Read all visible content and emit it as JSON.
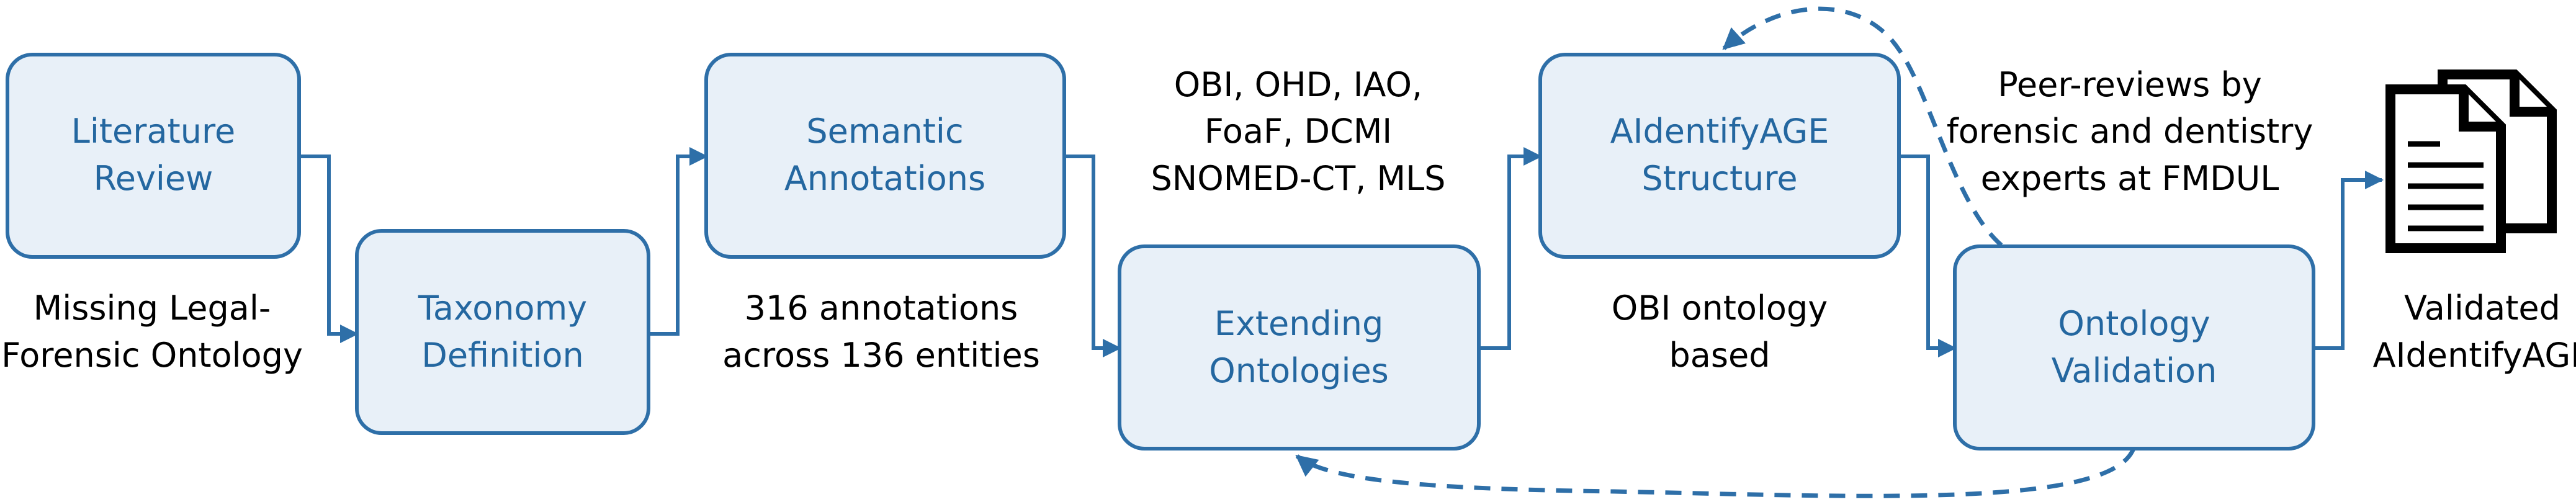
{
  "boxes": {
    "literature_review": [
      "Literature",
      "Review"
    ],
    "taxonomy_definition": [
      "Taxonomy",
      "Definition"
    ],
    "semantic_annotations": [
      "Semantic",
      "Annotations"
    ],
    "extending_ontologies": [
      "Extending",
      "Ontologies"
    ],
    "aidentifyage_structure": [
      "AIdentifyAGE",
      "Structure"
    ],
    "ontology_validation": [
      "Ontology",
      "Validation"
    ]
  },
  "notes": {
    "missing_ontology": [
      "Missing Legal-",
      "Forensic Ontology"
    ],
    "annotations_count": [
      "316 annotations",
      "across 136 entities"
    ],
    "ontologies_list": [
      "OBI, OHD, IAO,",
      "FoaF, DCMI",
      "SNOMED-CT, MLS"
    ],
    "obi_based": [
      "OBI ontology",
      "based"
    ],
    "peer_reviews": [
      "Peer-reviews by",
      "forensic and dentistry",
      "experts at FMDUL"
    ],
    "validated_output": [
      "Validated",
      "AIdentifyAGE"
    ]
  },
  "icons": {
    "output_document": "documents-icon"
  },
  "colors": {
    "box_fill": "#e8f0f8",
    "box_stroke": "#2e6fa8",
    "box_text": "#2467a0",
    "note_text": "#000000"
  }
}
